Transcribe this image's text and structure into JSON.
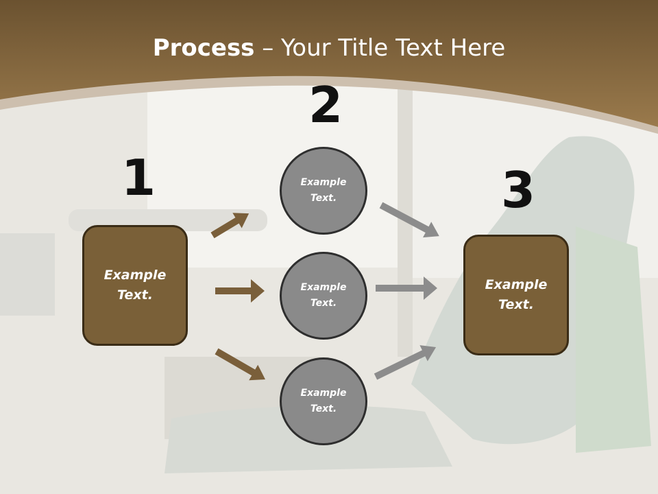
{
  "slide": {
    "title_bold": "Process",
    "title_rest": " – Your Title Text Here"
  },
  "steps": [
    {
      "number": "1",
      "box_text": "Example Text."
    },
    {
      "number": "2",
      "circles": [
        "Example Text.",
        "Example Text.",
        "Example Text."
      ]
    },
    {
      "number": "3",
      "box_text": "Example Text."
    }
  ],
  "colors": {
    "header_brown": "#8a6d43",
    "box_fill": "#7a6038",
    "circle_fill": "#8a8a8a",
    "arrow_brown": "#7a5f3a",
    "arrow_gray": "#8c8c8c"
  }
}
